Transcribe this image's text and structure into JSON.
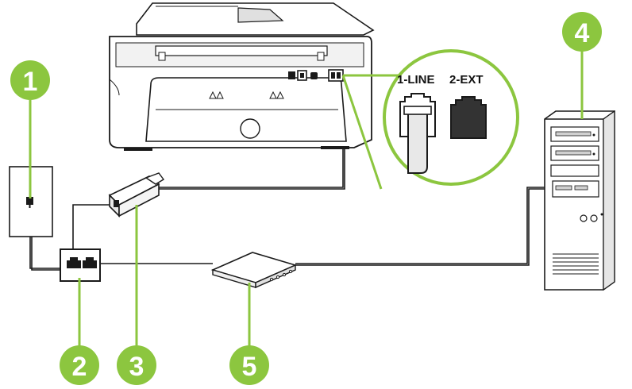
{
  "diagram": {
    "callouts": [
      {
        "id": "1",
        "label": "1",
        "refers_to": "wall-phone-jack"
      },
      {
        "id": "2",
        "label": "2",
        "refers_to": "parallel-splitter"
      },
      {
        "id": "3",
        "label": "3",
        "refers_to": "dsl-adsl-filter"
      },
      {
        "id": "4",
        "label": "4",
        "refers_to": "computer"
      },
      {
        "id": "5",
        "label": "5",
        "refers_to": "modem"
      }
    ],
    "ports": {
      "line_label": "1-LINE",
      "ext_label": "2-EXT"
    },
    "colors": {
      "callout_fill": "#8cc63f",
      "outline": "#1a1a1a",
      "highlight": "#8cc63f",
      "panel": "#ffffff",
      "shade": "#d9d9d9"
    }
  }
}
